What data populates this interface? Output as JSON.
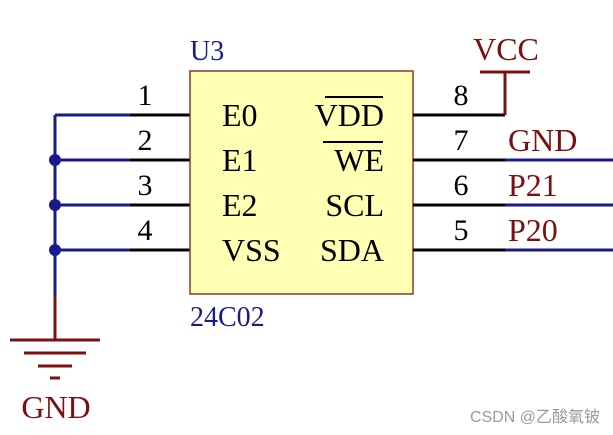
{
  "chip": {
    "ref": "U3",
    "part": "24C02",
    "body_color": "#ffffb3",
    "left_pins": [
      {
        "num": "1",
        "name": "E0"
      },
      {
        "num": "2",
        "name": "E1"
      },
      {
        "num": "3",
        "name": "E2"
      },
      {
        "num": "4",
        "name": "VSS"
      }
    ],
    "right_pins": [
      {
        "num": "8",
        "name": "VDD"
      },
      {
        "num": "7",
        "name": "WE"
      },
      {
        "num": "6",
        "name": "SCL"
      },
      {
        "num": "5",
        "name": "SDA"
      }
    ]
  },
  "nets": {
    "vcc": "VCC",
    "gnd_right": "GND",
    "p21": "P21",
    "p20": "P20",
    "gnd_bottom": "GND"
  },
  "watermark": "CSDN @乙酸氧铍",
  "colors": {
    "wire": "#1a1a8c",
    "power": "#7a1010",
    "text_ref": "#1a1a8c",
    "text_net": "#7a1010",
    "pin": "#000000"
  }
}
